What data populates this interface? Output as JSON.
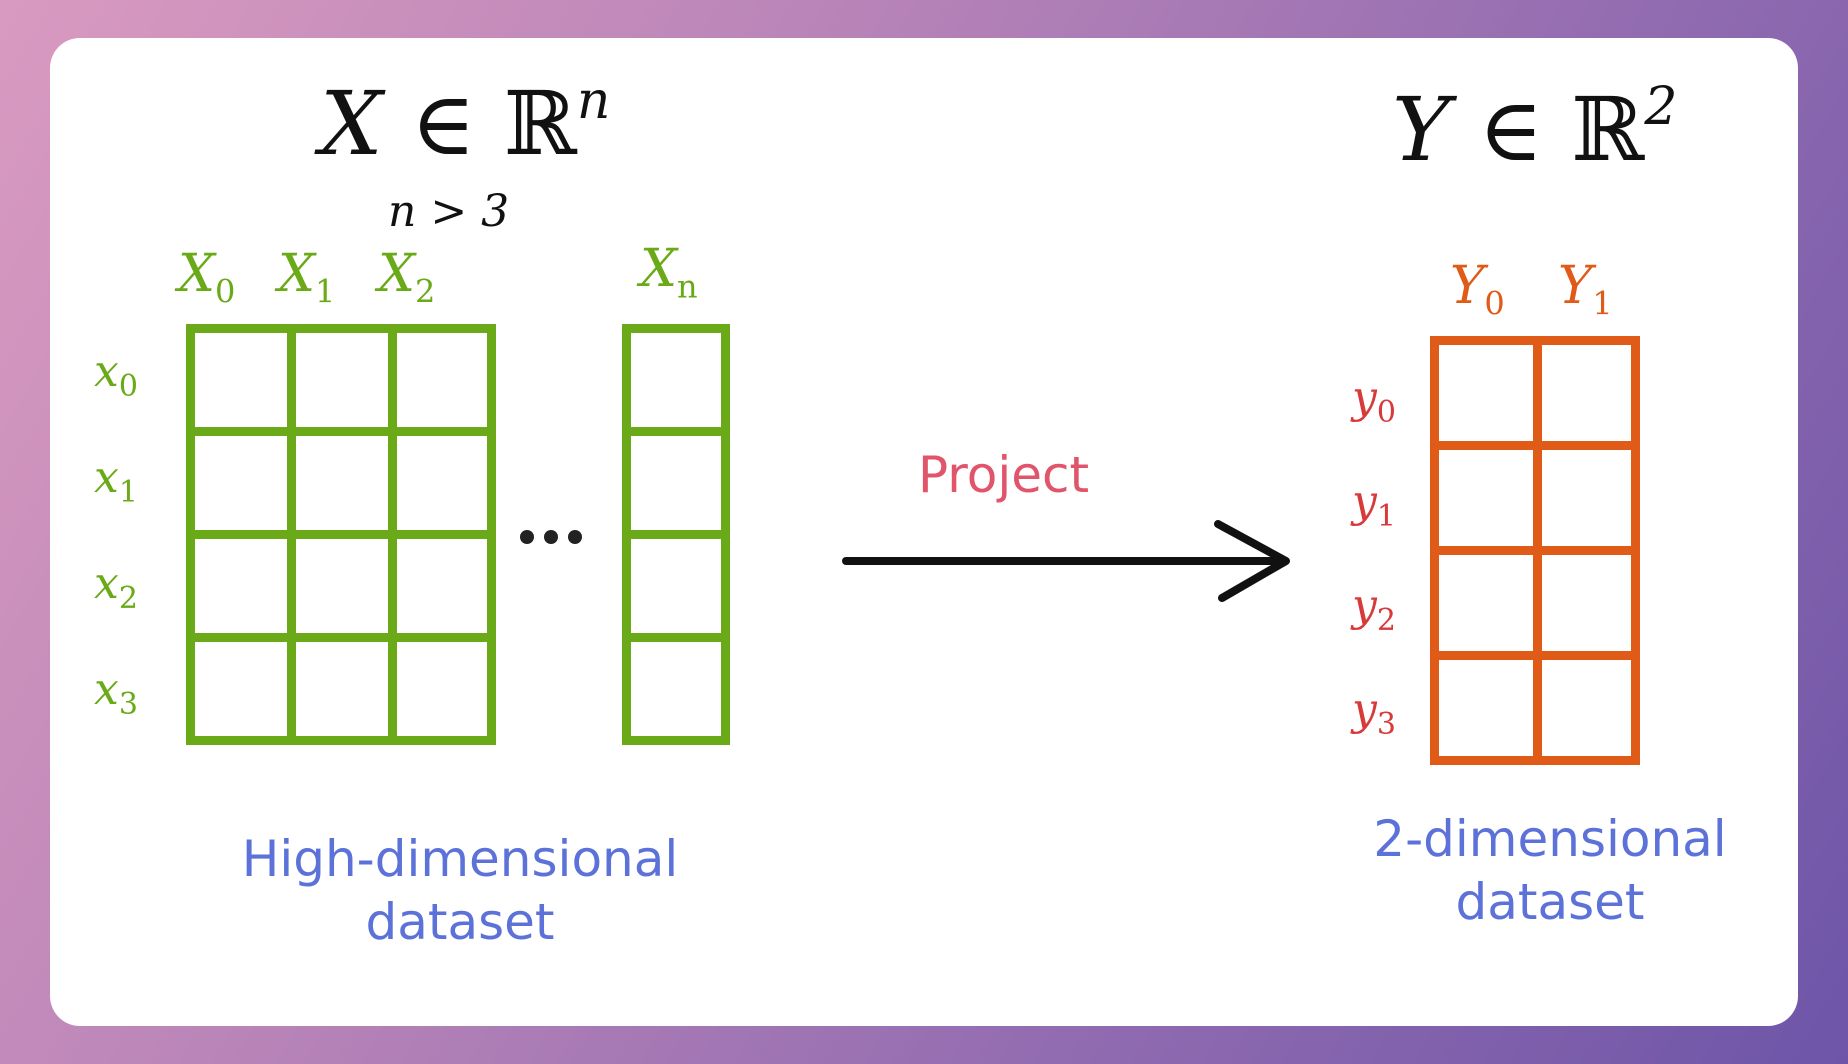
{
  "colors": {
    "green": "#6aaa18",
    "orange": "#e05a18",
    "red": "#d83a3a",
    "blue": "#5c72d8",
    "project": "#e0556a"
  },
  "left": {
    "title_var": "X",
    "title_in": "∈",
    "title_set": "ℝ",
    "title_exp": "n",
    "condition": "n > 3",
    "col_headers": [
      {
        "base": "X",
        "sub": "0"
      },
      {
        "base": "X",
        "sub": "1"
      },
      {
        "base": "X",
        "sub": "2"
      },
      {
        "base": "X",
        "sub": "n"
      }
    ],
    "row_headers": [
      {
        "base": "x",
        "sub": "0"
      },
      {
        "base": "x",
        "sub": "1"
      },
      {
        "base": "x",
        "sub": "2"
      },
      {
        "base": "x",
        "sub": "3"
      }
    ],
    "ellipsis": "•••",
    "caption": "High-dimensional\ndataset"
  },
  "arrow": {
    "label": "Project"
  },
  "right": {
    "title_var": "Y",
    "title_in": "∈",
    "title_set": "ℝ",
    "title_exp": "2",
    "col_headers": [
      {
        "base": "Y",
        "sub": "0"
      },
      {
        "base": "Y",
        "sub": "1"
      }
    ],
    "row_headers": [
      {
        "base": "y",
        "sub": "0"
      },
      {
        "base": "y",
        "sub": "1"
      },
      {
        "base": "y",
        "sub": "2"
      },
      {
        "base": "y",
        "sub": "3"
      }
    ],
    "caption": "2-dimensional\ndataset"
  }
}
